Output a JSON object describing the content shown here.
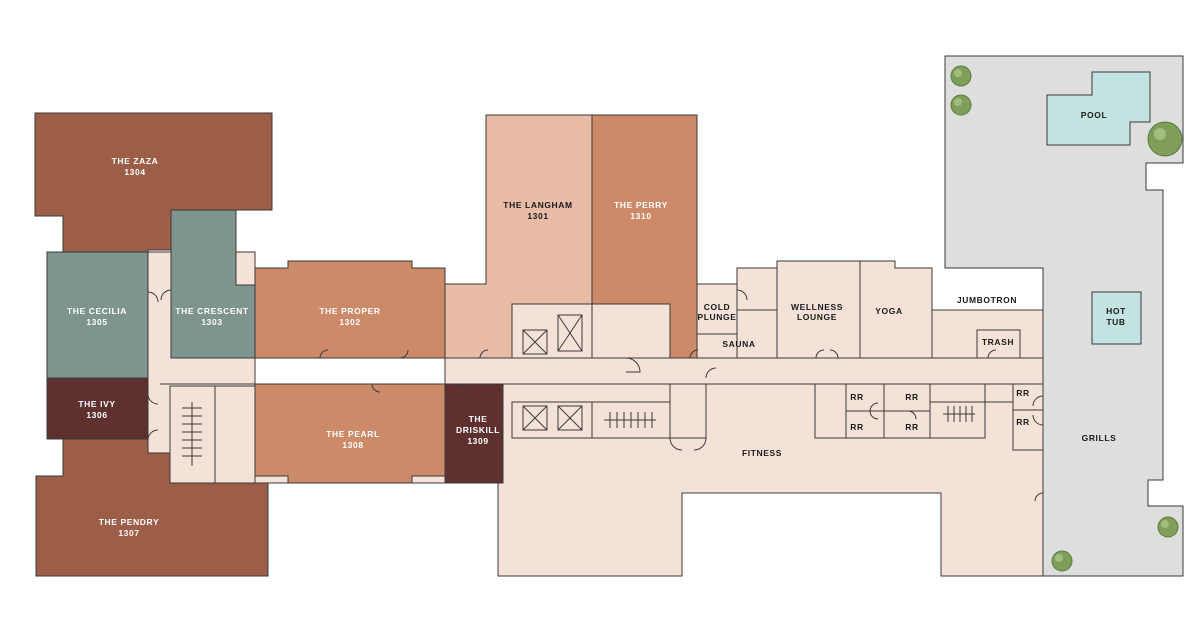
{
  "colors": {
    "brick": "#9c5e47",
    "sage": "#7d948f",
    "plum": "#5e3030",
    "terracotta": "#cd8a68",
    "blush": "#e8bca7",
    "cream": "#f4e2d9",
    "gray": "#dedede",
    "aqua": "#c3e3e0",
    "tree": "#7f9e5a"
  },
  "rooms": {
    "zaza": {
      "name": "THE ZAZA",
      "num": "1304"
    },
    "cecilia": {
      "name": "THE CECILIA",
      "num": "1305"
    },
    "crescent": {
      "name": "THE CRESCENT",
      "num": "1303"
    },
    "ivy": {
      "name": "THE IVY",
      "num": "1306"
    },
    "pendry": {
      "name": "THE PENDRY",
      "num": "1307"
    },
    "proper": {
      "name": "THE PROPER",
      "num": "1302"
    },
    "pearl": {
      "name": "THE PEARL",
      "num": "1308"
    },
    "driskill": {
      "name1": "THE",
      "name2": "DRISKILL",
      "num": "1309"
    },
    "langham": {
      "name": "THE LANGHAM",
      "num": "1301"
    },
    "perry": {
      "name": "THE PERRY",
      "num": "1310"
    }
  },
  "amenities": {
    "cold_plunge_1": "COLD",
    "cold_plunge_2": "PLUNGE",
    "sauna": "SAUNA",
    "wellness_1": "WELLNESS",
    "wellness_2": "LOUNGE",
    "yoga": "YOGA",
    "jumbotron": "JUMBOTRON",
    "trash": "TRASH",
    "fitness": "FITNESS",
    "restroom": "RR",
    "pool": "POOL",
    "hot_tub_1": "HOT",
    "hot_tub_2": "TUB",
    "grills": "GRILLS"
  }
}
